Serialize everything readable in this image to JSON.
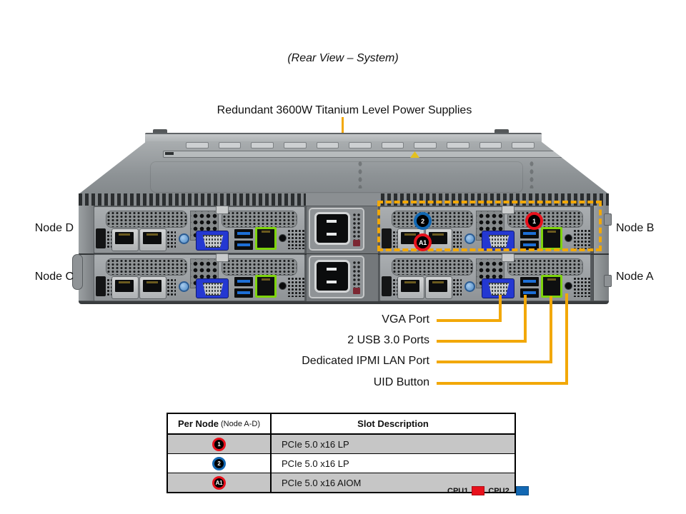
{
  "page": {
    "title": "(Rear View – System)",
    "psu_label": "Redundant 3600W Titanium Level Power Supplies"
  },
  "nodes": {
    "d": "Node D",
    "c": "Node C",
    "b": "Node B",
    "a": "Node A"
  },
  "badges": {
    "slot1": "1",
    "slot2": "2",
    "aiom": "A1"
  },
  "callouts": {
    "vga": "VGA Port",
    "usb": "2 USB 3.0 Ports",
    "ipmi": "Dedicated IPMI LAN Port",
    "uid": "UID Button"
  },
  "table": {
    "header": {
      "col1_main": "Per Node",
      "col1_sub": "(Node A-D)",
      "col2": "Slot Description"
    },
    "rows": [
      {
        "badge": "1",
        "cpu": "cpu1",
        "desc": "PCIe 5.0 x16 LP",
        "shaded": true
      },
      {
        "badge": "2",
        "cpu": "cpu2",
        "desc": "PCIe 5.0 x16 LP",
        "shaded": false
      },
      {
        "badge": "A1",
        "cpu": "cpu1",
        "desc": "PCIe 5.0 x16 AIOM",
        "shaded": true
      }
    ]
  },
  "legend": {
    "cpu1_label": "CPU1",
    "cpu2_label": "CPU2"
  },
  "colors": {
    "cpu1": "#E8111C",
    "cpu2": "#1268B3",
    "callout": "#F2A808"
  }
}
